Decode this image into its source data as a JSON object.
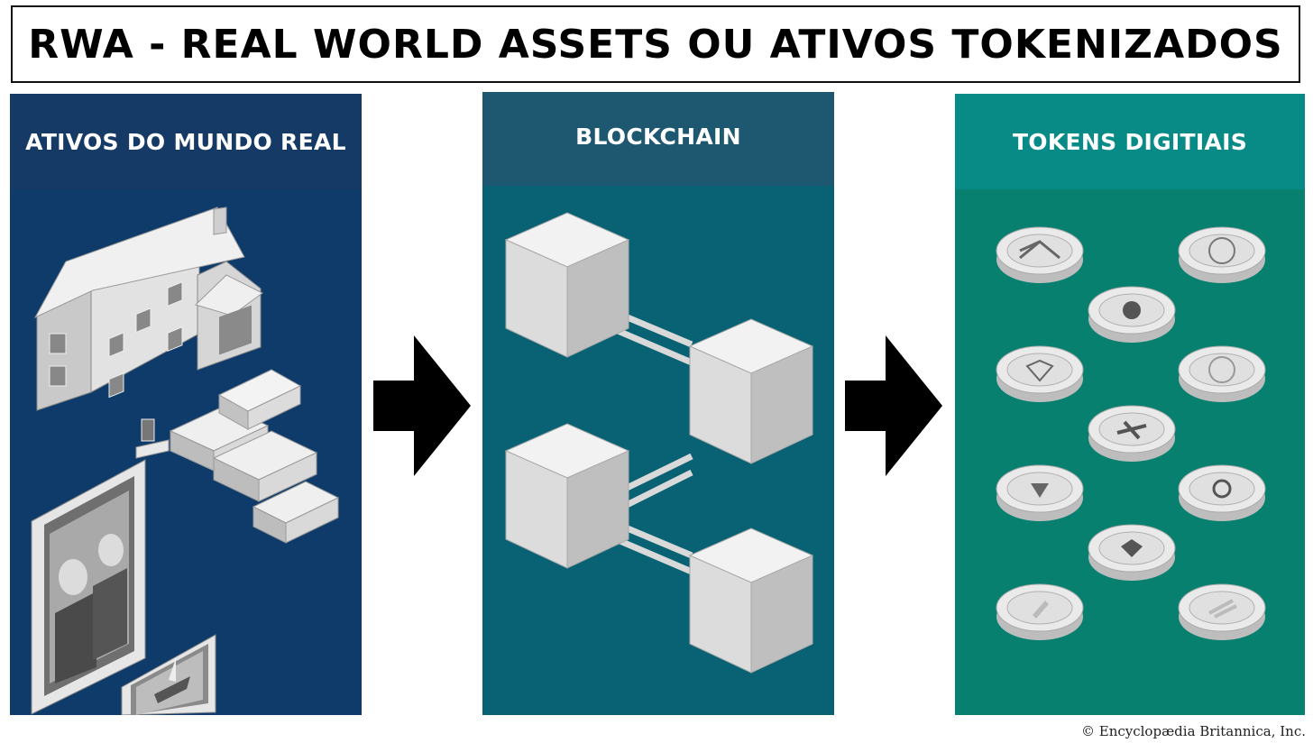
{
  "title": "RWA - REAL WORLD ASSETS OU ATIVOS TOKENIZADOS",
  "panels": [
    {
      "label": "ATIVOS DO MUNDO REAL"
    },
    {
      "label": "BLOCKCHAIN"
    },
    {
      "label": "TOKENS DIGITIAIS"
    }
  ],
  "credit": "© Encyclopædia Britannica, Inc.",
  "colors": {
    "panel1": "#0f3b6b",
    "panel2": "#086273",
    "panel3": "#07806f",
    "illustration": "#d9d9d9"
  },
  "icons": {
    "panel1": [
      "house-icon",
      "gold-bars-icon",
      "painting-portrait-icon",
      "painting-ship-icon"
    ],
    "panel2": [
      "block-cube-icon",
      "chain-link-icon"
    ],
    "panel3": [
      "coin-token-icon"
    ]
  }
}
